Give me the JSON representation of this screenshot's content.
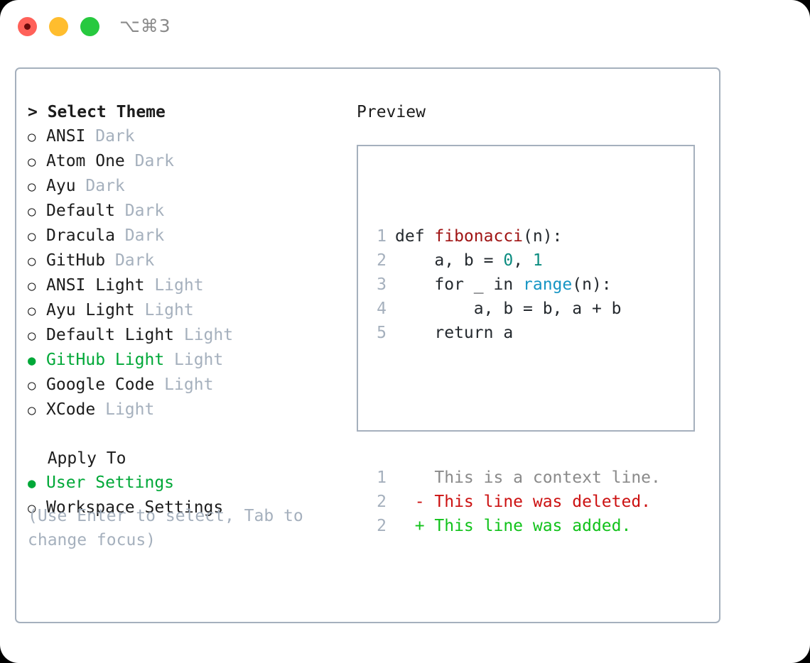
{
  "titlebar": {
    "shortcut": "⌥⌘3",
    "lights": [
      "close-red",
      "minimize-yellow",
      "maximize-green"
    ]
  },
  "theme_section": {
    "heading": "> Select Theme",
    "items": [
      {
        "bullet": "○",
        "name": "ANSI",
        "variant": "Dark",
        "selected": false
      },
      {
        "bullet": "○",
        "name": "Atom One",
        "variant": "Dark",
        "selected": false
      },
      {
        "bullet": "○",
        "name": "Ayu",
        "variant": "Dark",
        "selected": false
      },
      {
        "bullet": "○",
        "name": "Default",
        "variant": "Dark",
        "selected": false
      },
      {
        "bullet": "○",
        "name": "Dracula",
        "variant": "Dark",
        "selected": false
      },
      {
        "bullet": "○",
        "name": "GitHub",
        "variant": "Dark",
        "selected": false
      },
      {
        "bullet": "○",
        "name": "ANSI Light",
        "variant": "Light",
        "selected": false
      },
      {
        "bullet": "○",
        "name": "Ayu Light",
        "variant": "Light",
        "selected": false
      },
      {
        "bullet": "○",
        "name": "Default Light",
        "variant": "Light",
        "selected": false
      },
      {
        "bullet": "●",
        "name": "GitHub Light",
        "variant": "Light",
        "selected": true
      },
      {
        "bullet": "○",
        "name": "Google Code",
        "variant": "Light",
        "selected": false
      },
      {
        "bullet": "○",
        "name": "XCode",
        "variant": "Light",
        "selected": false
      }
    ]
  },
  "apply_section": {
    "heading": "  Apply To",
    "items": [
      {
        "bullet": "●",
        "name": "User Settings",
        "variant": "",
        "selected": true
      },
      {
        "bullet": "○",
        "name": "Workspace Settings",
        "variant": "",
        "selected": false
      }
    ]
  },
  "hint": "(Use Enter to select, Tab to change focus)",
  "preview": {
    "heading": "Preview",
    "code_lines": [
      {
        "num": "1",
        "tokens": [
          {
            "t": "def ",
            "c": "plain"
          },
          {
            "t": "fibonacci",
            "c": "fn"
          },
          {
            "t": "(n):",
            "c": "plain"
          }
        ]
      },
      {
        "num": "2",
        "tokens": [
          {
            "t": "    a, b = ",
            "c": "plain"
          },
          {
            "t": "0",
            "c": "num"
          },
          {
            "t": ", ",
            "c": "plain"
          },
          {
            "t": "1",
            "c": "num"
          }
        ]
      },
      {
        "num": "3",
        "tokens": [
          {
            "t": "    for _ in ",
            "c": "plain"
          },
          {
            "t": "range",
            "c": "call"
          },
          {
            "t": "(n):",
            "c": "plain"
          }
        ]
      },
      {
        "num": "4",
        "tokens": [
          {
            "t": "        a, b = b, a + b",
            "c": "plain"
          }
        ]
      },
      {
        "num": "5",
        "tokens": [
          {
            "t": "    return a",
            "c": "plain"
          }
        ]
      }
    ],
    "diff_lines": [
      {
        "num": "1",
        "marker": "  ",
        "text": "This is a context line.",
        "kind": "ctx"
      },
      {
        "num": "2",
        "marker": "- ",
        "text": "This line was deleted.",
        "kind": "del"
      },
      {
        "num": "2",
        "marker": "+ ",
        "text": "This line was added.",
        "kind": "add"
      }
    ]
  },
  "colors": {
    "selected_green": "#00a838",
    "muted_blue_gray": "#a5b0bd",
    "text": "#1c1c1c",
    "diff_delete": "#cc1111",
    "diff_add": "#11c21a",
    "syntax_function": "#a01414",
    "syntax_number": "#0b8c80",
    "syntax_call": "#1595c4"
  }
}
